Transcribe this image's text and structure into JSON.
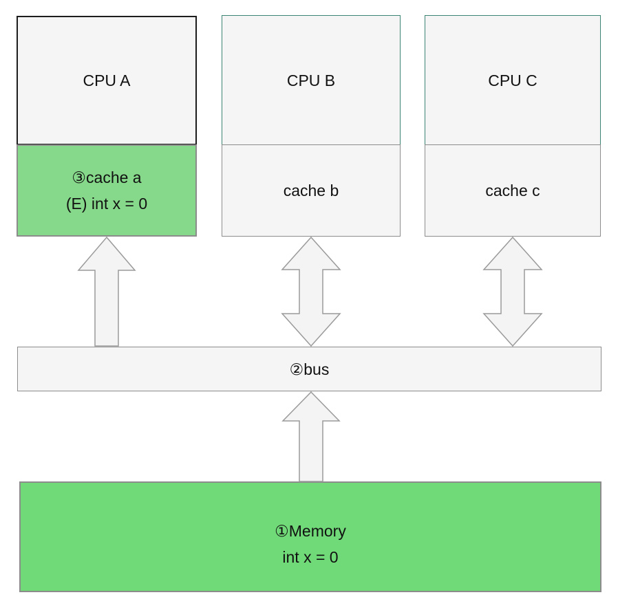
{
  "colors": {
    "cache-green": "#86d98a",
    "memory-green": "#70d978",
    "box-fill": "#f5f5f5",
    "teal-border": "#3b8373",
    "dark-border": "#1c1c1c",
    "gray-border": "#8c8c8c",
    "arrow-fill": "#f4f4f4",
    "arrow-stroke": "#9a9a9a",
    "text": "#111111"
  },
  "diagram": {
    "cpu_a": {
      "label": "CPU A"
    },
    "cache_a": {
      "line1": "③cache a",
      "line2": "(E) int x = 0"
    },
    "cpu_b": {
      "label": "CPU B"
    },
    "cache_b": {
      "label": "cache b"
    },
    "cpu_c": {
      "label": "CPU C"
    },
    "cache_c": {
      "label": "cache c"
    },
    "bus": {
      "label": "②bus"
    },
    "memory": {
      "line1": "①Memory",
      "line2": "int x = 0"
    }
  }
}
